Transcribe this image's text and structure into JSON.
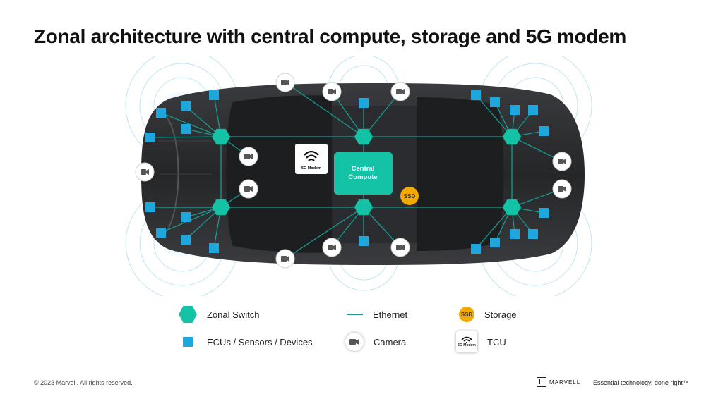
{
  "title": "Zonal architecture with central compute, storage and 5G modem",
  "diagram": {
    "central_compute_line1": "Central",
    "central_compute_line2": "Compute",
    "modem_label": "5G Modem",
    "ssd_label": "SSD"
  },
  "legend": {
    "zonal_switch": "Zonal Switch",
    "ethernet": "Ethernet",
    "storage": "Storage",
    "ecus": "ECUs / Sensors / Devices",
    "camera": "Camera",
    "tcu": "TCU",
    "ssd_badge": "SSD",
    "tcu_badge": "5G Modem"
  },
  "footer": {
    "copyright": "© 2023 Marvell. All rights reserved.",
    "brand": "MARVELL",
    "tagline": "Essential technology, done right™"
  },
  "colors": {
    "zonal_switch": "#14c3a6",
    "ecu": "#1ea7dd",
    "ethernet": "#169a8f",
    "storage": "#f2a900",
    "car_body": "#2a2b2d"
  }
}
